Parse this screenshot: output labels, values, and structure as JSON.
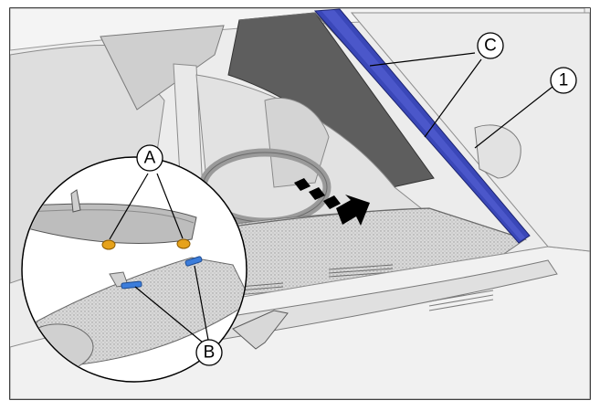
{
  "callouts": {
    "A": "A",
    "B": "B",
    "C": "C",
    "one": "1"
  },
  "colors": {
    "frame": "#000000",
    "background": "#ffffff",
    "body_panel": "#e6e6e6",
    "body_panel_dark": "#c9c9c9",
    "windshield_tint": "#595959",
    "highlight_strip": "#3a47b8",
    "clip_orange": "#e6a21a",
    "marker_blue": "#3c7ddb",
    "arrow": "#000000"
  },
  "icons": {
    "direction_arrow": "dashed-arrow-icon",
    "detail_view": "magnifier-circle"
  }
}
